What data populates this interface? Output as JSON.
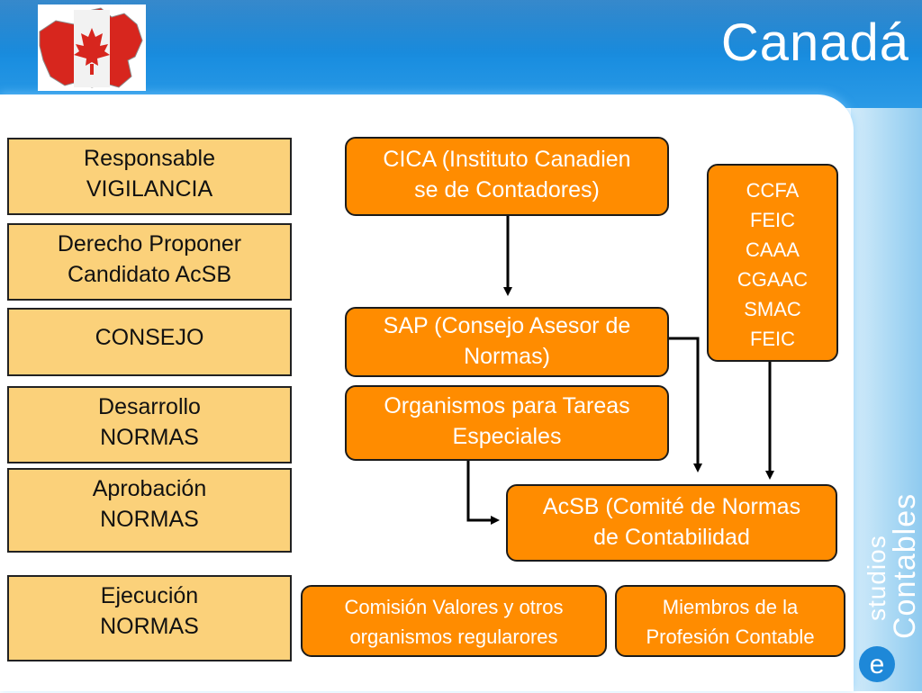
{
  "slide": {
    "title": "Canadá"
  },
  "labels": [
    {
      "line1": "Responsable",
      "line2": "VIGILANCIA"
    },
    {
      "line1": "Derecho Proponer",
      "line2": "Candidato AcSB"
    },
    {
      "line1": "CONSEJO",
      "line2": ""
    },
    {
      "line1": "Desarrollo",
      "line2": "NORMAS"
    },
    {
      "line1": "Aprobación",
      "line2": "NORMAS"
    },
    {
      "line1": "Ejecución",
      "line2": "NORMAS"
    }
  ],
  "orgs": {
    "cica": {
      "line1": "CICA (Instituto Canadien",
      "line2": "se de Contadores)"
    },
    "sap": {
      "line1": "SAP (Consejo Asesor de",
      "line2": "Normas)"
    },
    "tareas": {
      "line1": "Organismos para Tareas",
      "line2": "Especiales"
    },
    "acsb": {
      "line1": "AcSB (Comité de Normas",
      "line2": "de Contabilidad"
    },
    "comision": {
      "line1": "Comisión Valores y otros",
      "line2": "organismos regularores"
    },
    "miembros": {
      "line1": "Miembros de la",
      "line2": "Profesión Contable"
    },
    "groups": [
      "CCFA",
      "FEIC",
      "CAAA",
      "CGAAC",
      "SMAC",
      "FEIC"
    ]
  },
  "brand": {
    "letter": "e",
    "word1": "studios",
    "word2": "Contables"
  },
  "colors": {
    "header_blue": "#1a8ee0",
    "label_fill": "#fbd17a",
    "org_fill": "#ff8c00",
    "flag_red": "#d7261e"
  },
  "icons": {
    "flag": "canada-flag-map-icon"
  }
}
